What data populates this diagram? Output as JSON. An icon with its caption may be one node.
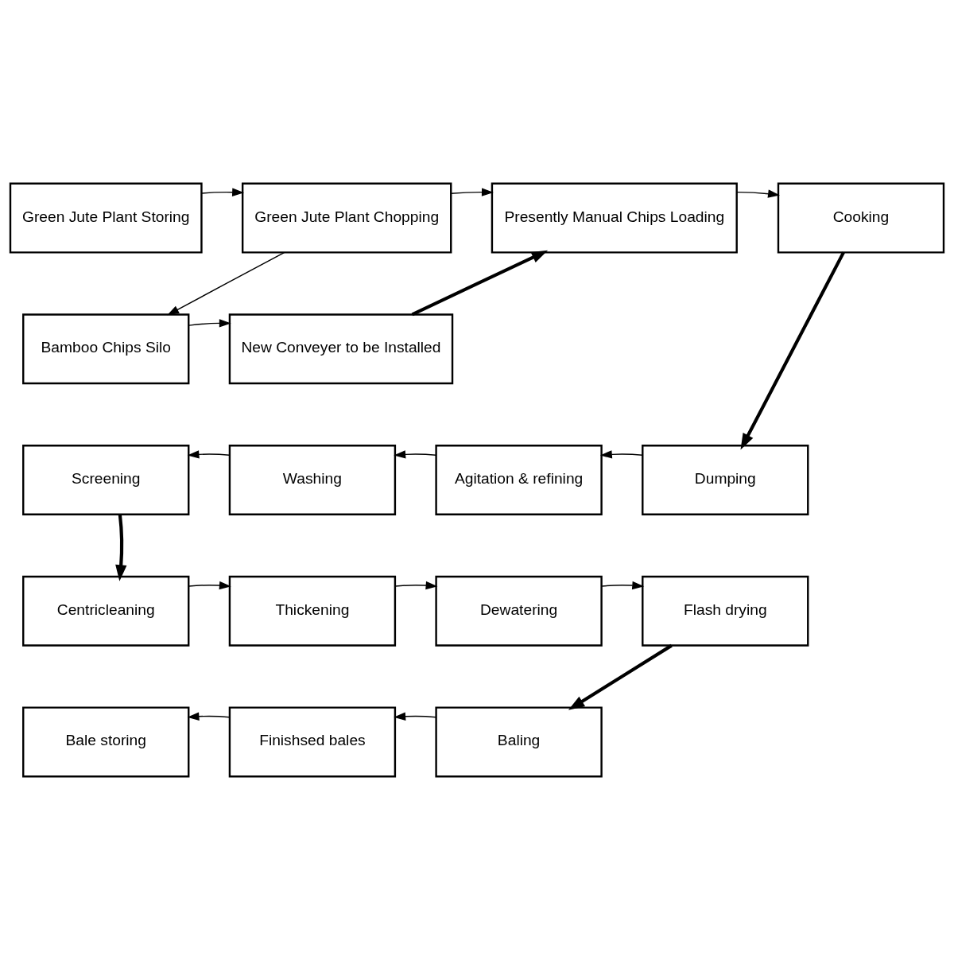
{
  "diagram": {
    "nodes": [
      {
        "text": [
          "Green Jute Plant Storing"
        ]
      },
      {
        "text": [
          "Green Jute Plant Chopping"
        ]
      },
      {
        "text": [
          "Presently Manual Chips Loading"
        ]
      },
      {
        "text": [
          "Cooking"
        ]
      },
      {
        "text": [
          "Bamboo Chips Silo"
        ]
      },
      {
        "text": [
          "New Conveyer to be Installed"
        ]
      },
      {
        "text": [
          "Screening"
        ]
      },
      {
        "text": [
          "Washing"
        ]
      },
      {
        "text": [
          "Agitation & refining"
        ]
      },
      {
        "text": [
          "Dumping"
        ]
      },
      {
        "text": [
          "Centricleaning"
        ]
      },
      {
        "text": [
          "Thickening"
        ]
      },
      {
        "text": [
          "Dewatering"
        ]
      },
      {
        "text": [
          "Flash drying"
        ]
      },
      {
        "text": [
          "Bale storing"
        ]
      },
      {
        "text": [
          "Finishsed bales"
        ]
      },
      {
        "text": [
          "Baling"
        ]
      }
    ],
    "edges": [
      {
        "from": 0,
        "to": 1,
        "arrow": "to"
      },
      {
        "from": 1,
        "to": 2,
        "arrow": "to"
      },
      {
        "from": 2,
        "to": 3,
        "arrow": "to"
      },
      {
        "from": 1,
        "to": 4,
        "arrow": "to"
      },
      {
        "from": 4,
        "to": 5,
        "arrow": "to"
      },
      {
        "from": 5,
        "to": 2,
        "arrow": "to",
        "style": "thick"
      },
      {
        "from": 3,
        "to": 9,
        "arrow": "to",
        "style": "thick"
      },
      {
        "from": 9,
        "to": 8,
        "arrow": "to"
      },
      {
        "from": 8,
        "to": 7,
        "arrow": "to"
      },
      {
        "from": 7,
        "to": 6,
        "arrow": "to"
      },
      {
        "from": 6,
        "to": 10,
        "arrow": "to",
        "style": "thick"
      },
      {
        "from": 10,
        "to": 11,
        "arrow": "to"
      },
      {
        "from": 11,
        "to": 12,
        "arrow": "to"
      },
      {
        "from": 12,
        "to": 13,
        "arrow": "to"
      },
      {
        "from": 13,
        "to": 16,
        "arrow": "to",
        "style": "thick"
      },
      {
        "from": 16,
        "to": 15,
        "arrow": "to"
      },
      {
        "from": 15,
        "to": 14,
        "arrow": "to"
      }
    ]
  }
}
